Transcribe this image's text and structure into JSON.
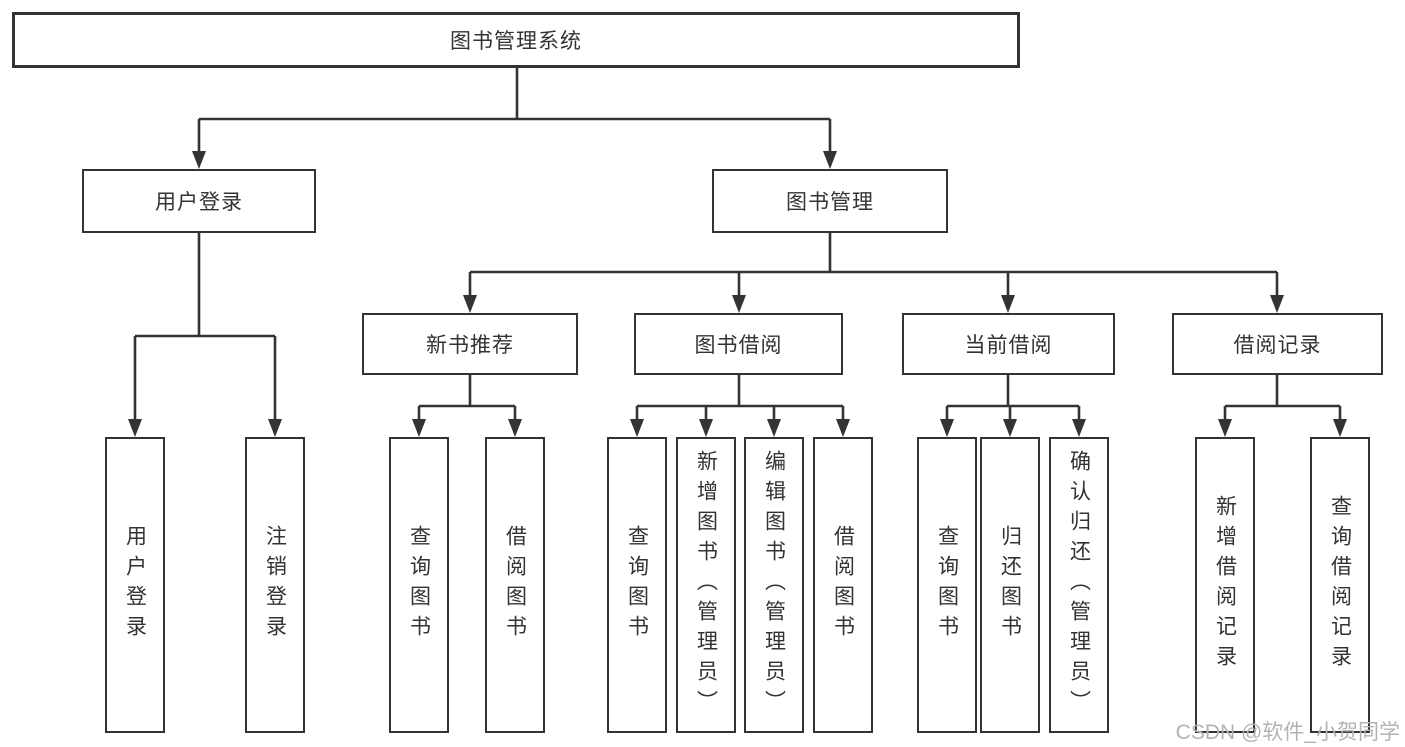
{
  "diagram": {
    "root": "图书管理系统",
    "level2": {
      "user_login": "用户登录",
      "book_mgmt": "图书管理"
    },
    "level3": {
      "new_book_rec": "新书推荐",
      "book_borrowing": "图书借阅",
      "current_borrowing": "当前借阅",
      "borrowing_records": "借阅记录"
    },
    "leaves": {
      "user_login_leaf": "用户登录",
      "logout": "注销登录",
      "nb_query_books": "查询图书",
      "nb_borrow_books": "借阅图书",
      "bb_query_books": "查询图书",
      "bb_add_books": "新增图书（管理员）",
      "bb_edit_books": "编辑图书（管理员）",
      "bb_borrow_books": "借阅图书",
      "cb_query_books": "查询图书",
      "cb_return_books": "归还图书",
      "cb_confirm_return": "确认归还（管理员）",
      "br_add_record": "新增借阅记录",
      "br_query_record": "查询借阅记录"
    }
  },
  "watermark": "CSDN @软件_小贺同学",
  "colors": {
    "line": "#333333",
    "text": "#333333",
    "background": "#ffffff",
    "watermark": "#b3b3b3"
  }
}
